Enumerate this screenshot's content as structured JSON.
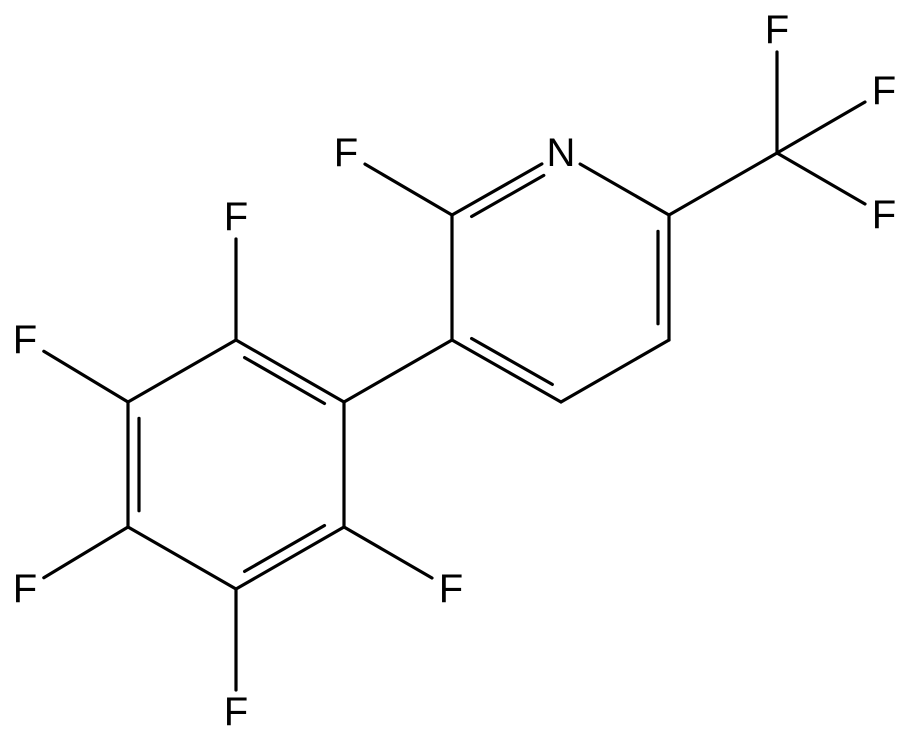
{
  "molecule": {
    "atoms": [
      {
        "id": "N1",
        "element": "N",
        "label": "N"
      },
      {
        "id": "C2",
        "element": "C",
        "label": ""
      },
      {
        "id": "C3",
        "element": "C",
        "label": ""
      },
      {
        "id": "C4",
        "element": "C",
        "label": ""
      },
      {
        "id": "C5",
        "element": "C",
        "label": ""
      },
      {
        "id": "C6",
        "element": "C",
        "label": ""
      },
      {
        "id": "C7",
        "element": "C",
        "label": ""
      },
      {
        "id": "F2",
        "element": "F",
        "label": "F"
      },
      {
        "id": "Fa",
        "element": "F",
        "label": "F"
      },
      {
        "id": "Fb",
        "element": "F",
        "label": "F"
      },
      {
        "id": "Fc",
        "element": "F",
        "label": "F"
      },
      {
        "id": "P1",
        "element": "C",
        "label": ""
      },
      {
        "id": "P2",
        "element": "C",
        "label": ""
      },
      {
        "id": "P3",
        "element": "C",
        "label": ""
      },
      {
        "id": "P4",
        "element": "C",
        "label": ""
      },
      {
        "id": "P5",
        "element": "C",
        "label": ""
      },
      {
        "id": "P6",
        "element": "C",
        "label": ""
      },
      {
        "id": "FP2",
        "element": "F",
        "label": "F"
      },
      {
        "id": "FP3",
        "element": "F",
        "label": "F"
      },
      {
        "id": "FP4",
        "element": "F",
        "label": "F"
      },
      {
        "id": "FP5",
        "element": "F",
        "label": "F"
      },
      {
        "id": "FP6",
        "element": "F",
        "label": "F"
      }
    ],
    "bonds": [
      {
        "from": "N1",
        "to": "C2",
        "order": 2
      },
      {
        "from": "C2",
        "to": "C3",
        "order": 1
      },
      {
        "from": "C3",
        "to": "C4",
        "order": 2
      },
      {
        "from": "C4",
        "to": "C5",
        "order": 1
      },
      {
        "from": "C5",
        "to": "C6",
        "order": 2
      },
      {
        "from": "C6",
        "to": "N1",
        "order": 1
      },
      {
        "from": "C2",
        "to": "F2",
        "order": 1
      },
      {
        "from": "C6",
        "to": "C7",
        "order": 1
      },
      {
        "from": "C7",
        "to": "Fa",
        "order": 1
      },
      {
        "from": "C7",
        "to": "Fb",
        "order": 1
      },
      {
        "from": "C7",
        "to": "Fc",
        "order": 1
      },
      {
        "from": "C3",
        "to": "P1",
        "order": 1
      },
      {
        "from": "P1",
        "to": "P2",
        "order": 2
      },
      {
        "from": "P2",
        "to": "P3",
        "order": 1
      },
      {
        "from": "P3",
        "to": "P4",
        "order": 2
      },
      {
        "from": "P4",
        "to": "P5",
        "order": 1
      },
      {
        "from": "P5",
        "to": "P6",
        "order": 2
      },
      {
        "from": "P6",
        "to": "P1",
        "order": 1
      },
      {
        "from": "P2",
        "to": "FP2",
        "order": 1
      },
      {
        "from": "P3",
        "to": "FP3",
        "order": 1
      },
      {
        "from": "P4",
        "to": "FP4",
        "order": 1
      },
      {
        "from": "P5",
        "to": "FP5",
        "order": 1
      },
      {
        "from": "P6",
        "to": "FP6",
        "order": 1
      }
    ]
  }
}
